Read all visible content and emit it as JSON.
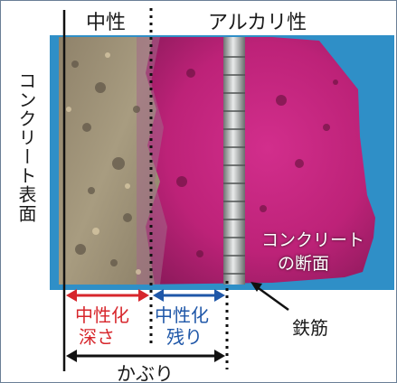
{
  "labels": {
    "surface": "コンクリート表面",
    "neutral": "中性",
    "alkaline": "アルカリ性",
    "cross_section_line1": "コンクリート",
    "cross_section_line2": "の断面",
    "carbonation_depth_line1": "中性化",
    "carbonation_depth_line2": "深さ",
    "remaining_line1": "中性化",
    "remaining_line2": "残り",
    "rebar": "鉄筋",
    "cover": "かぶり"
  },
  "colors": {
    "neutral_zone": "#9c8f74",
    "alkaline_zone": "#c0257a",
    "depth_arrow": "#d7262c",
    "remaining_arrow": "#1f57a8",
    "background_blue": "#2f8fc7",
    "rebar": "#b9bcbc"
  }
}
